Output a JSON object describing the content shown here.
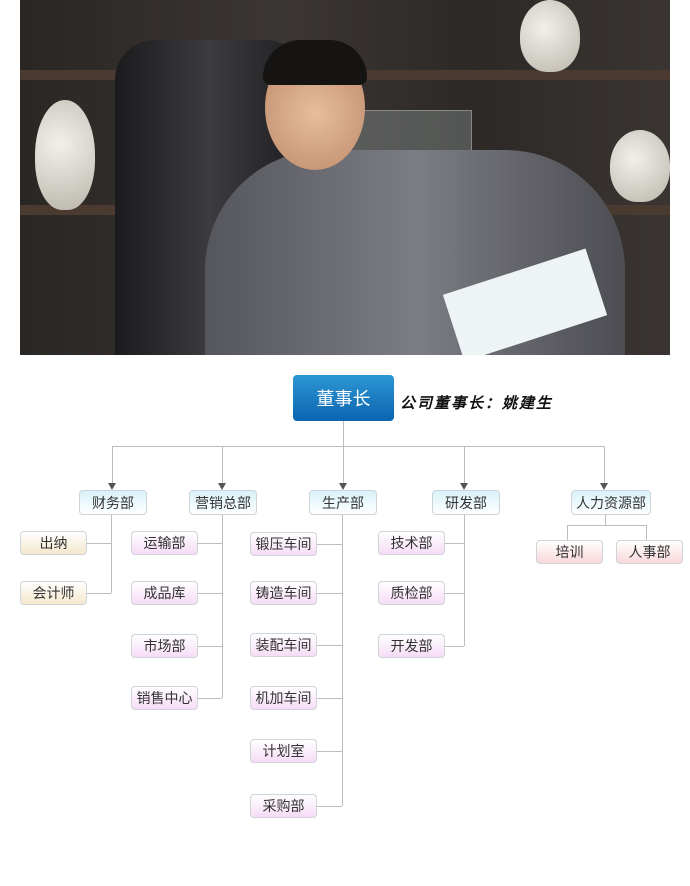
{
  "chairman": {
    "title": "董事长",
    "caption": "公司董事长：姚建生"
  },
  "departments": [
    {
      "name": "财务部",
      "children": [
        "出纳",
        "会计师"
      ]
    },
    {
      "name": "营销总部",
      "children": [
        "运输部",
        "成品库",
        "市场部",
        "销售中心"
      ]
    },
    {
      "name": "生产部",
      "children": [
        "锻压车间",
        "铸造车间",
        "装配车间",
        "机加车间",
        "计划室",
        "采购部"
      ]
    },
    {
      "name": "研发部",
      "children": [
        "技术部",
        "质检部",
        "开发部"
      ]
    },
    {
      "name": "人力资源部",
      "children": [
        "培训",
        "人事部"
      ]
    }
  ],
  "colors": {
    "chairman_box": "#0b64b0",
    "dept_box": "#d8f2f9",
    "leaf_box": "#f6dcf6",
    "finance_leaf": "#f5e8cc",
    "hr_leaf": "#f8d8da"
  }
}
